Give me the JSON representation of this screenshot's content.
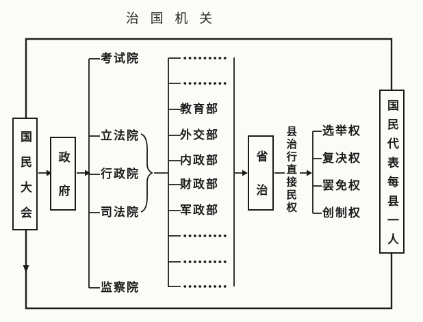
{
  "title": "治 国 机 关",
  "colors": {
    "ink": "#1b1b1b",
    "paper": "#fbfbf8"
  },
  "nodes": {
    "national_assembly": "国民大会",
    "government": "政府",
    "yuans": [
      "考试院",
      "立法院",
      "行政院",
      "司法院",
      "监察院"
    ],
    "ministries": [
      "教育部",
      "外交部",
      "内政部",
      "财政部",
      "军政部"
    ],
    "province": "省治",
    "county_note": "县治行直接民权",
    "rights": [
      "选举权",
      "复决权",
      "罢免权",
      "创制权"
    ],
    "representative": "国民代表每县一人"
  }
}
